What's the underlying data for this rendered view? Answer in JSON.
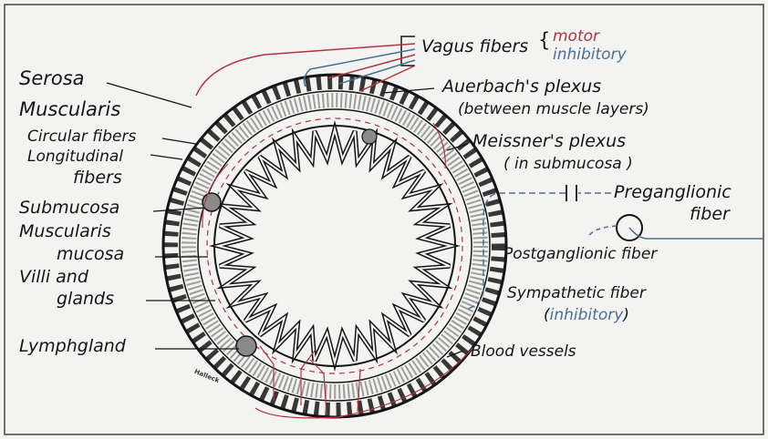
{
  "labels": {
    "vagus_fibers": "Vagus fibers",
    "motor": "motor",
    "inhibitory": "inhibitory",
    "auerbach": "Auerbach's plexus",
    "auerbach_note": "(between muscle layers)",
    "meissner": "Meissner's plexus",
    "meissner_note": "( in submucosa )",
    "preganglionic": "Preganglionic",
    "preganglionic_2": "fiber",
    "postganglionic": "Postganglionic fiber",
    "sympathetic": "Sympathetic fiber",
    "sympathetic_note_open": "(",
    "sympathetic_note_inhib": "inhibitory",
    "sympathetic_note_close": ")",
    "blood_vessels": "Blood vessels",
    "serosa": "Serosa",
    "muscularis": "Muscularis",
    "circular_fibers": "Circular fibers",
    "longitudinal_1": "Longitudinal",
    "longitudinal_2": "fibers",
    "submucosa": "Submucosa",
    "muscularis_mucosa_1": "Muscularis",
    "muscularis_mucosa_2": "mucosa",
    "villi_1": "Villi and",
    "villi_2": "glands",
    "lymphgland": "Lymphgland",
    "signature": "Halleck"
  },
  "colors": {
    "ink": "#151515",
    "motor_red": "#b2323f",
    "inhibitory_blue": "#4a6f95",
    "background": "#f3f4f1"
  }
}
